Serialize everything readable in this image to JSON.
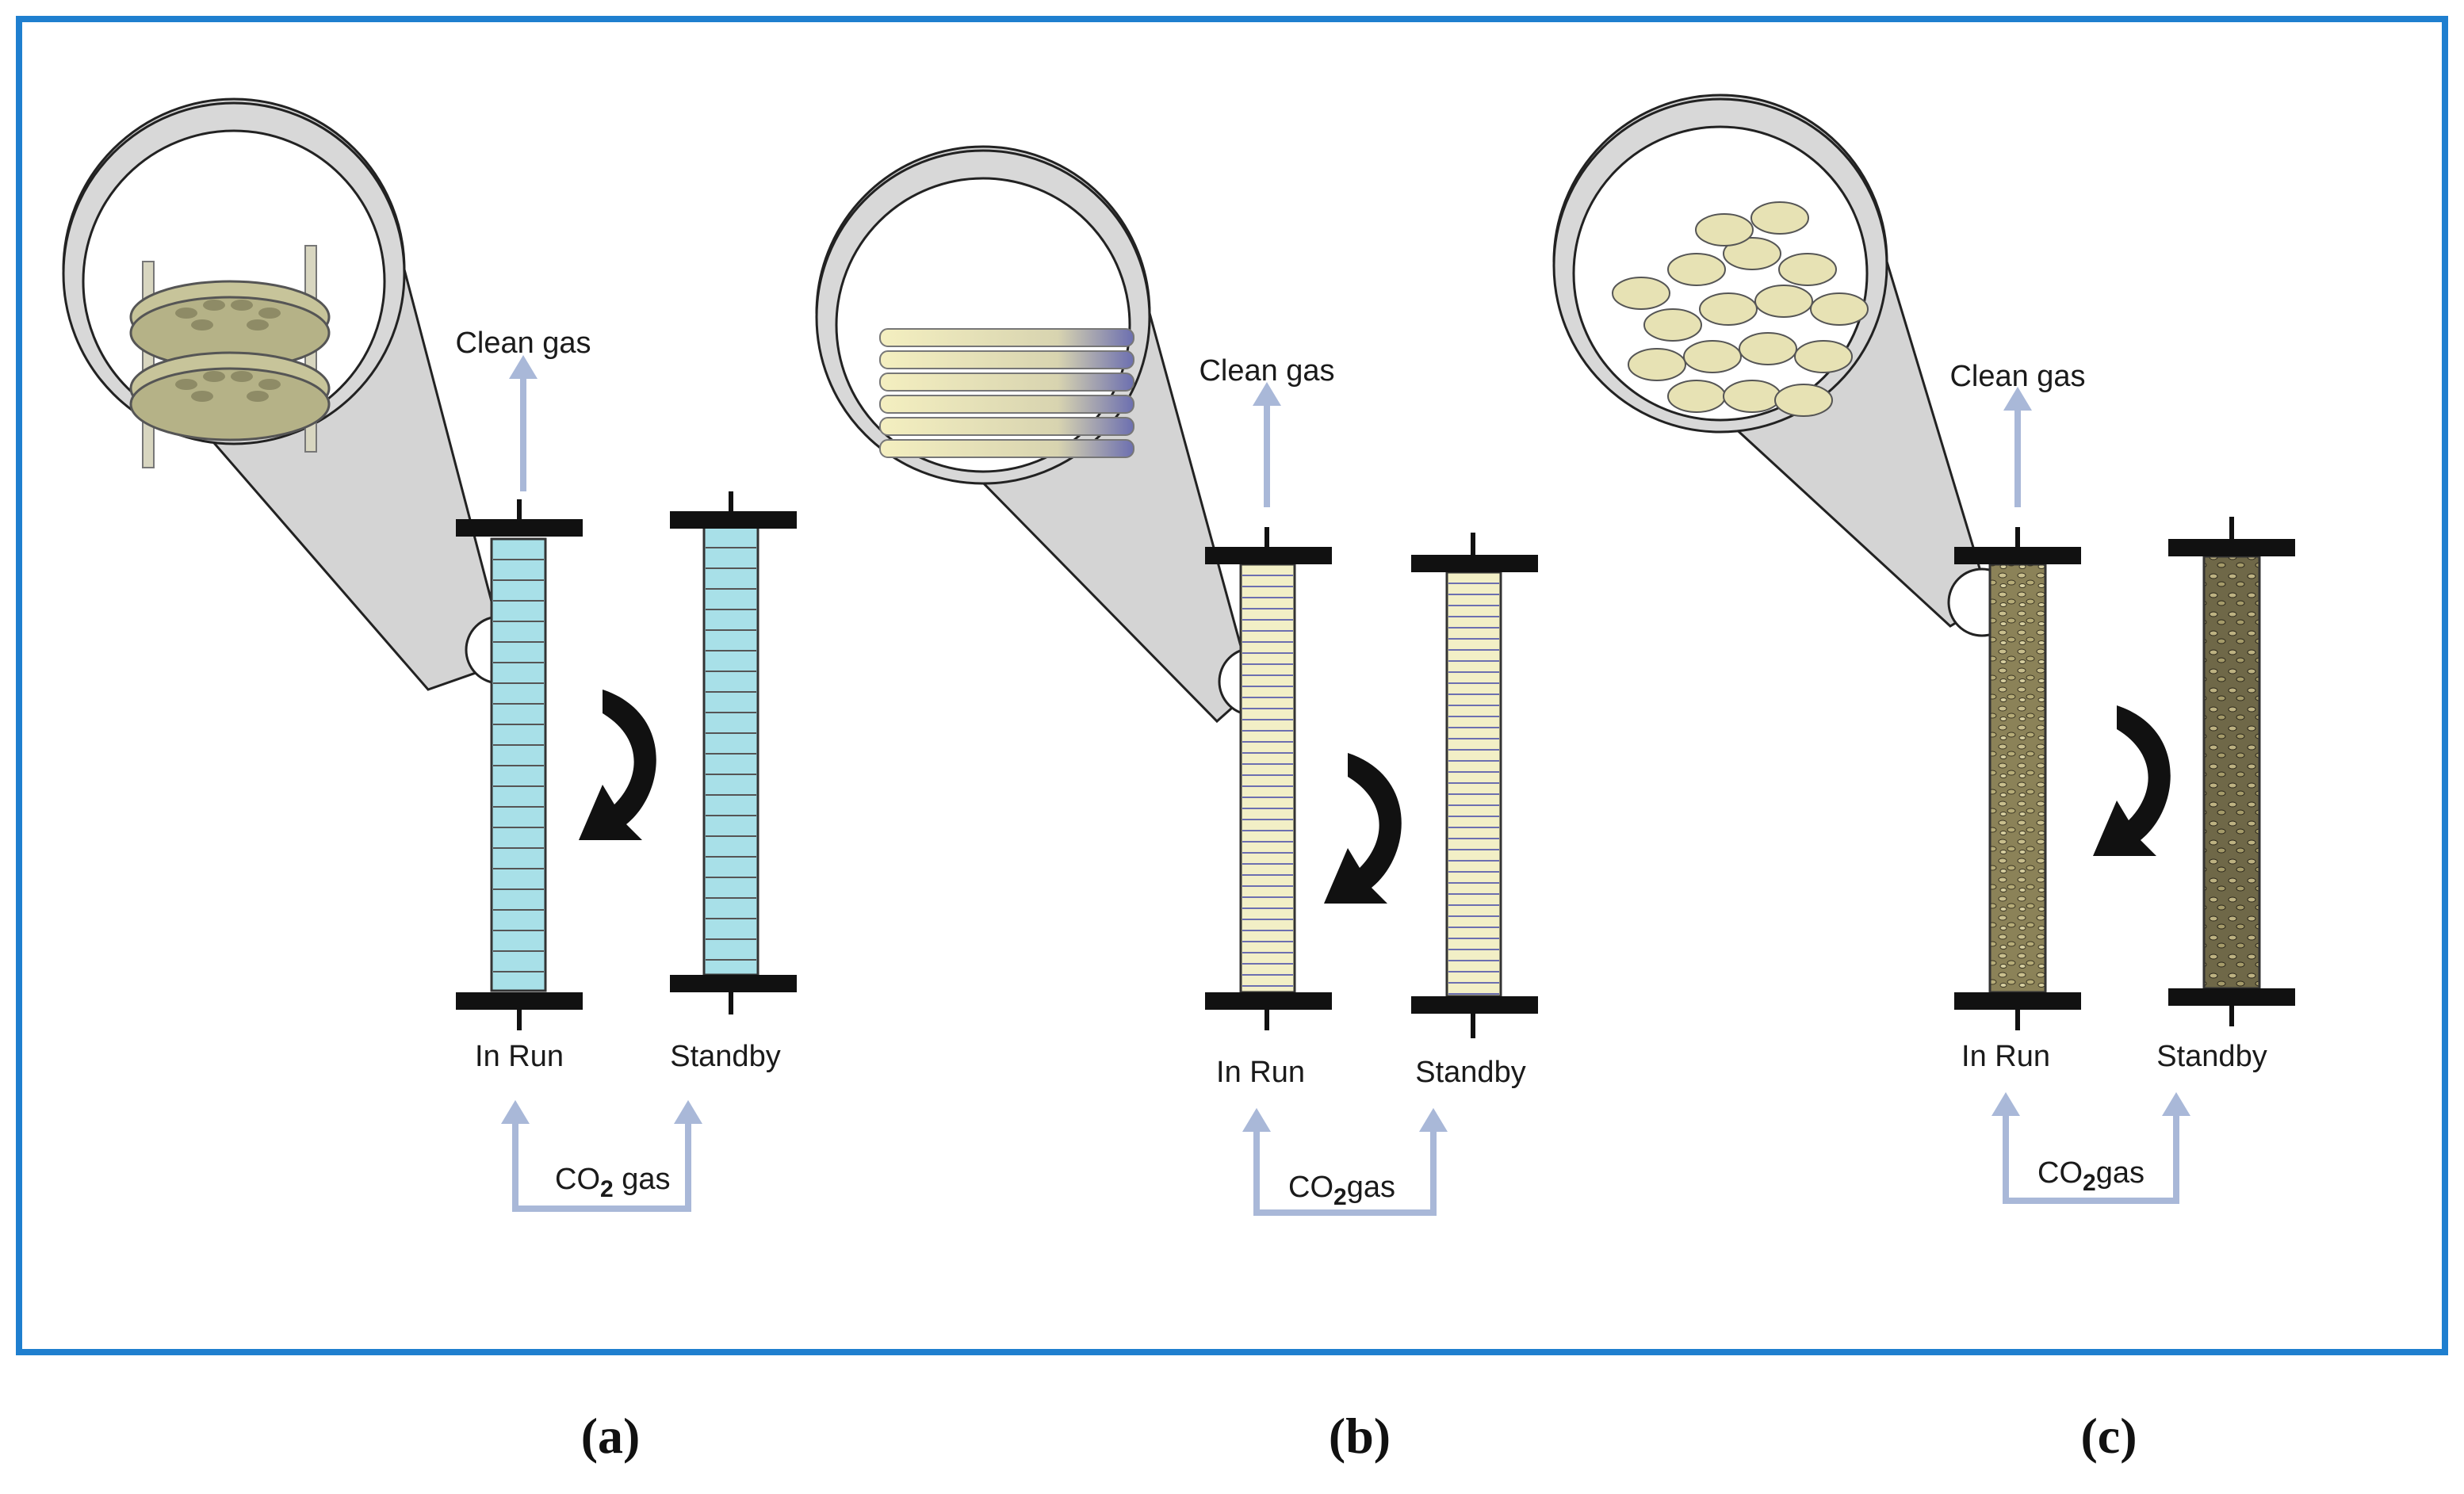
{
  "colors": {
    "frame": "#1f7fcf",
    "arrow": "#a9b8d8",
    "flange": "#111111",
    "panel_a_fill": "#a8e0e8",
    "panel_b_fill": "#f2efc6",
    "panel_c_fill": "#8a7f55"
  },
  "panels": [
    {
      "caption": "(a)",
      "clean_label": "Clean gas",
      "inrun_label": "In Run",
      "standby_label": "Standby",
      "co2_main": "CO",
      "co2_sub": "2",
      "co2_tail": " gas",
      "packing": "structured plates"
    },
    {
      "caption": "(b)",
      "clean_label": "Clean gas",
      "inrun_label": "In Run",
      "standby_label": "Standby",
      "co2_main": "CO",
      "co2_sub": "2",
      "co2_tail": "gas",
      "packing": "stacked discs"
    },
    {
      "caption": "(c)",
      "clean_label": "Clean gas",
      "inrun_label": "In Run",
      "standby_label": "Standby",
      "co2_main": "CO",
      "co2_sub": "2",
      "co2_tail": "gas",
      "packing": "packed pellets"
    }
  ]
}
